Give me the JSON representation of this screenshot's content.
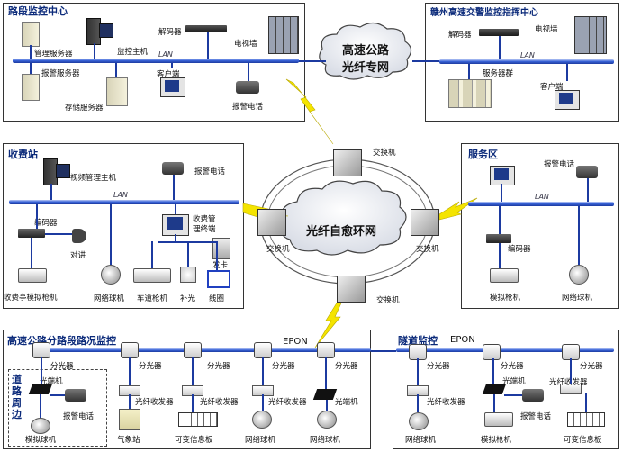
{
  "colors": {
    "bus": "#2a4fc4",
    "flash": "#f4e400",
    "frame": "#333333",
    "title": "#0b2a7a"
  },
  "top_left": {
    "title": "路段监控中心",
    "lan": "LAN",
    "labels": {
      "mgmt_server": "管理服务器",
      "monitor_host": "监控主机",
      "decoder": "解码器",
      "tv_wall": "电视墙",
      "alarm_server": "报警服务器",
      "storage_server": "存储服务器",
      "client": "客户端",
      "alarm_phone": "报警电话"
    }
  },
  "top_right": {
    "title": "赣州高速交警监控指挥中心",
    "lan": "LAN",
    "labels": {
      "decoder": "解码器",
      "tv_wall": "电视墙",
      "server_group": "服务器群",
      "client": "客户端"
    }
  },
  "cloud_top": {
    "line1": "高速公路",
    "line2": "光纤专网"
  },
  "ring": {
    "label": "光纤自愈环网",
    "switch": "交换机"
  },
  "toll": {
    "title": "收费站",
    "lan": "LAN",
    "labels": {
      "video_host": "视频管理主机",
      "alarm_phone": "报警电话",
      "encoder": "编码器",
      "intercom": "对讲",
      "toll_terminal_1": "收费管",
      "toll_terminal_2": "理终端",
      "card": "发卡",
      "booth_camera": "收费亭模拟枪机",
      "dome": "网络球机",
      "lane_camera": "车道枪机",
      "fill_light": "补光",
      "coil": "线圈"
    }
  },
  "service": {
    "title": "服务区",
    "lan": "LAN",
    "labels": {
      "alarm_phone": "报警电话",
      "encoder": "编码器",
      "analog_camera": "模拟枪机",
      "dome": "网络球机"
    }
  },
  "highway": {
    "title": "高速公路分路段路况监控",
    "epon": "EPON",
    "splitter": "分光器",
    "side_1": "道",
    "side_2": "路",
    "side_3": "周",
    "side_4": "边",
    "labels": {
      "onu": "光端机",
      "alarm_phone": "报警电话",
      "analog_camera": "模拟球机",
      "fiber_tx": "光纤收发器",
      "weather": "气象站",
      "vms": "可变信息板",
      "dome": "网络球机"
    }
  },
  "tunnel": {
    "title": "隧道监控",
    "epon": "EPON",
    "splitter": "分光器",
    "labels": {
      "onu": "光端机",
      "fiber_tx": "光纤收发器",
      "alarm_phone": "报警电话",
      "dome": "网络球机",
      "analog_camera": "模拟枪机",
      "vms": "可变信息板"
    }
  }
}
